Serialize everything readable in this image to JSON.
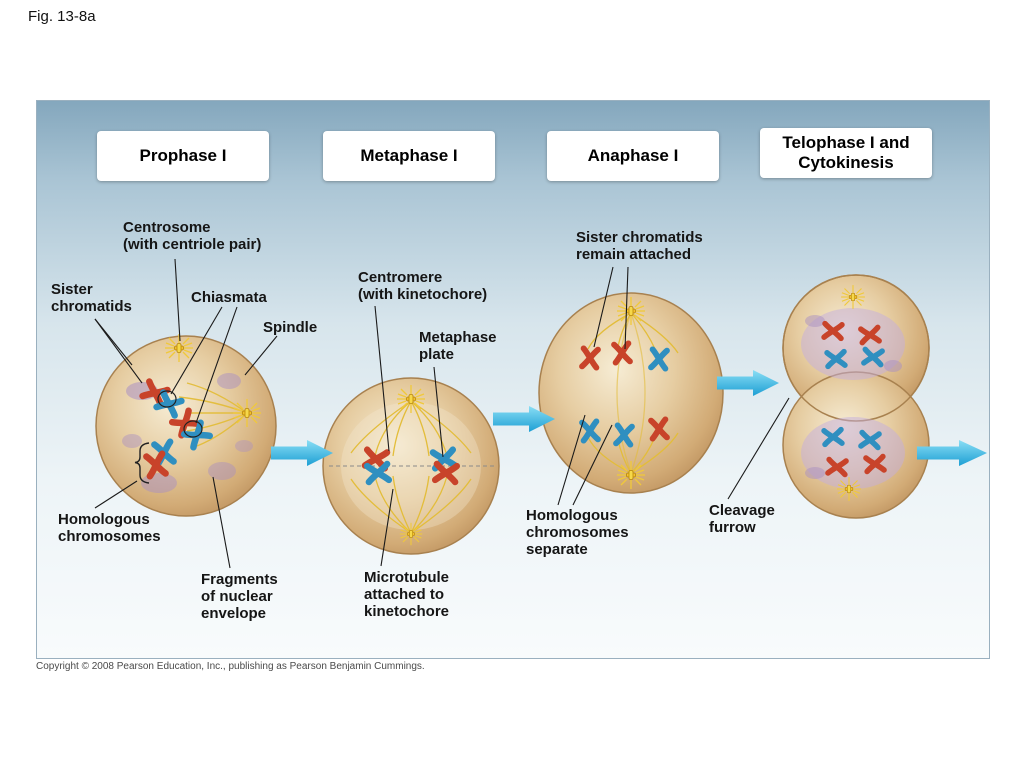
{
  "figure": {
    "label": "Fig. 13-8a",
    "copyright": "Copyright © 2008 Pearson Education, Inc., publishing as Pearson Benjamin Cummings."
  },
  "phases": [
    {
      "id": "prophase-1",
      "label": "Prophase I"
    },
    {
      "id": "metaphase-1",
      "label": "Metaphase I"
    },
    {
      "id": "anaphase-1",
      "label": "Anaphase I"
    },
    {
      "id": "telophase-1-cytokinesis",
      "label": "Telophase I and\nCytokinesis"
    }
  ],
  "annotations": {
    "centrosome": "Centrosome\n(with centriole pair)",
    "sister_chromatids": "Sister\nchromatids",
    "chiasmata": "Chiasmata",
    "spindle": "Spindle",
    "centromere": "Centromere\n(with kinetochore)",
    "metaphase_plate": "Metaphase\nplate",
    "sister_chromatids_remain": "Sister chromatids\nremain attached",
    "homologous_chromosomes": "Homologous\nchromosomes",
    "fragments_nuclear_envelope": "Fragments\nof nuclear\nenvelope",
    "microtubule_kinetochore": "Microtubule\nattached to\nkinetochore",
    "homologous_separate": "Homologous\nchromosomes\nseparate",
    "cleavage_furrow": "Cleavage\nfurrow"
  },
  "colors": {
    "chromosome_red": "#c8432a",
    "chromosome_blue": "#2f8fc0",
    "spindle_yellow": "#e3bd3a",
    "arrow_blue": "#3fb8e2",
    "cell_tan": "#d9b98c",
    "nuclear_purple": "#a98fc2"
  }
}
